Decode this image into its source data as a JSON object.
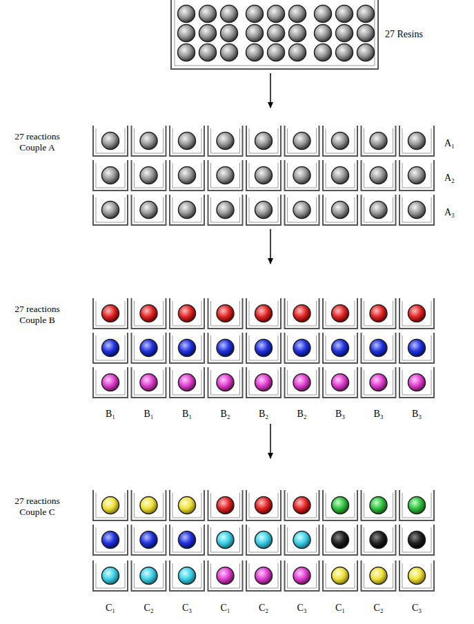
{
  "diagram": {
    "labels": [
      "27 Resins",
      "27 reactions Couple A",
      "A₁",
      "A₂",
      "A₃",
      "27 reactions Couple B",
      "B₁",
      "B₁",
      "B₁",
      "B₂",
      "B₂",
      "B₂",
      "B₃",
      "B₃",
      "B₃",
      "27 reactions Couple C",
      "C₁",
      "C₂",
      "C₃",
      "C₁",
      "C₂",
      "C₃",
      "C₁",
      "C₂",
      "C₃"
    ]
  }
}
